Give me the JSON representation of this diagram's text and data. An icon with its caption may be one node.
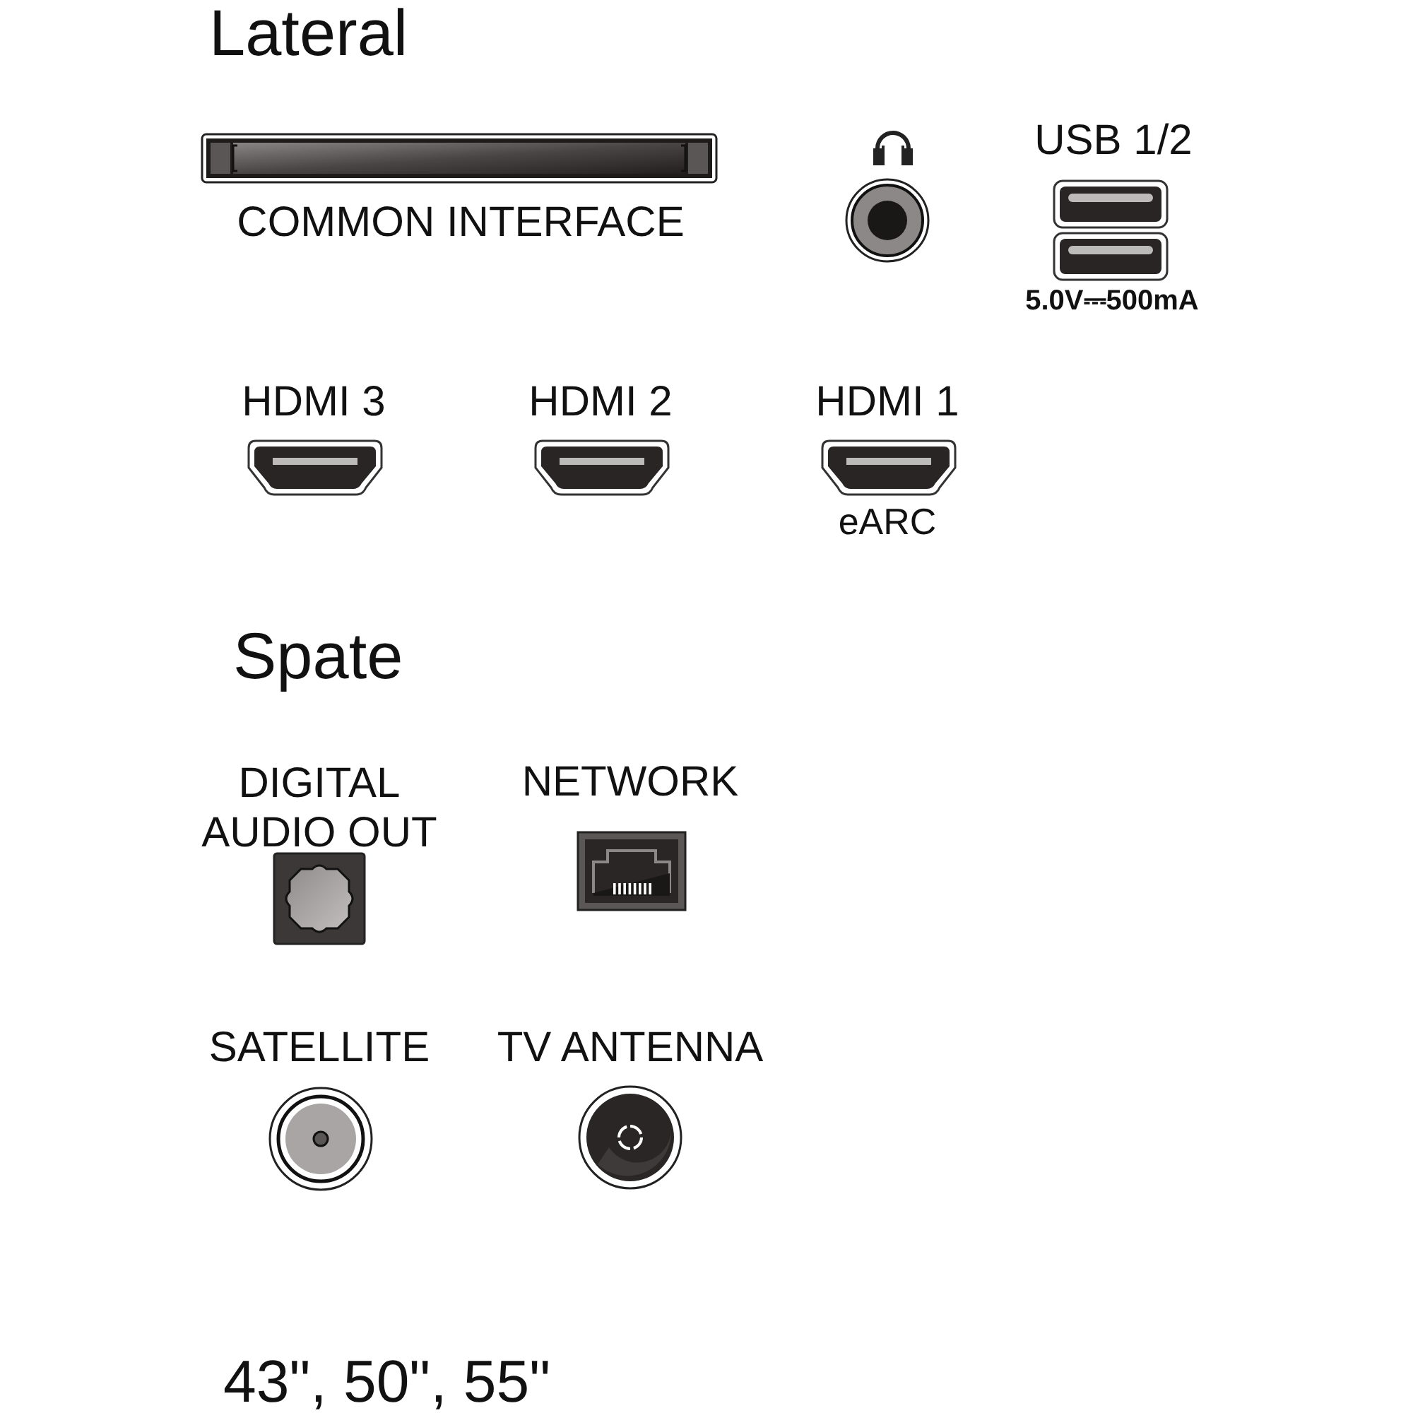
{
  "diagram": {
    "labels": [
      "Lateral",
      "USB 1/2",
      "COMMON INTERFACE",
      "5.0V⎓500mA",
      "HDMI 3",
      "HDMI 2",
      "HDMI 1",
      "eARC",
      "Spate",
      "DIGITAL AUDIO OUT",
      "NETWORK",
      "SATELLITE",
      "TV ANTENNA",
      "43\", 50\", 55\""
    ]
  }
}
